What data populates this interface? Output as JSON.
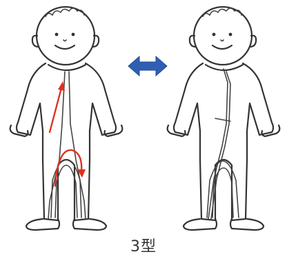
{
  "caption": "3型",
  "colors": {
    "ink": "#333333",
    "arrow_red": "#e0301e",
    "swap_arrow": "#2f5fb3"
  },
  "figures": [
    {
      "name": "baby-figure-left",
      "state": "zipper-open-with-red-arrows"
    },
    {
      "name": "baby-figure-right",
      "state": "zipper-closed"
    }
  ],
  "icons": [
    "swap-arrow-icon",
    "zip-direction-arrow-icon",
    "curved-direction-arrow-icon"
  ]
}
